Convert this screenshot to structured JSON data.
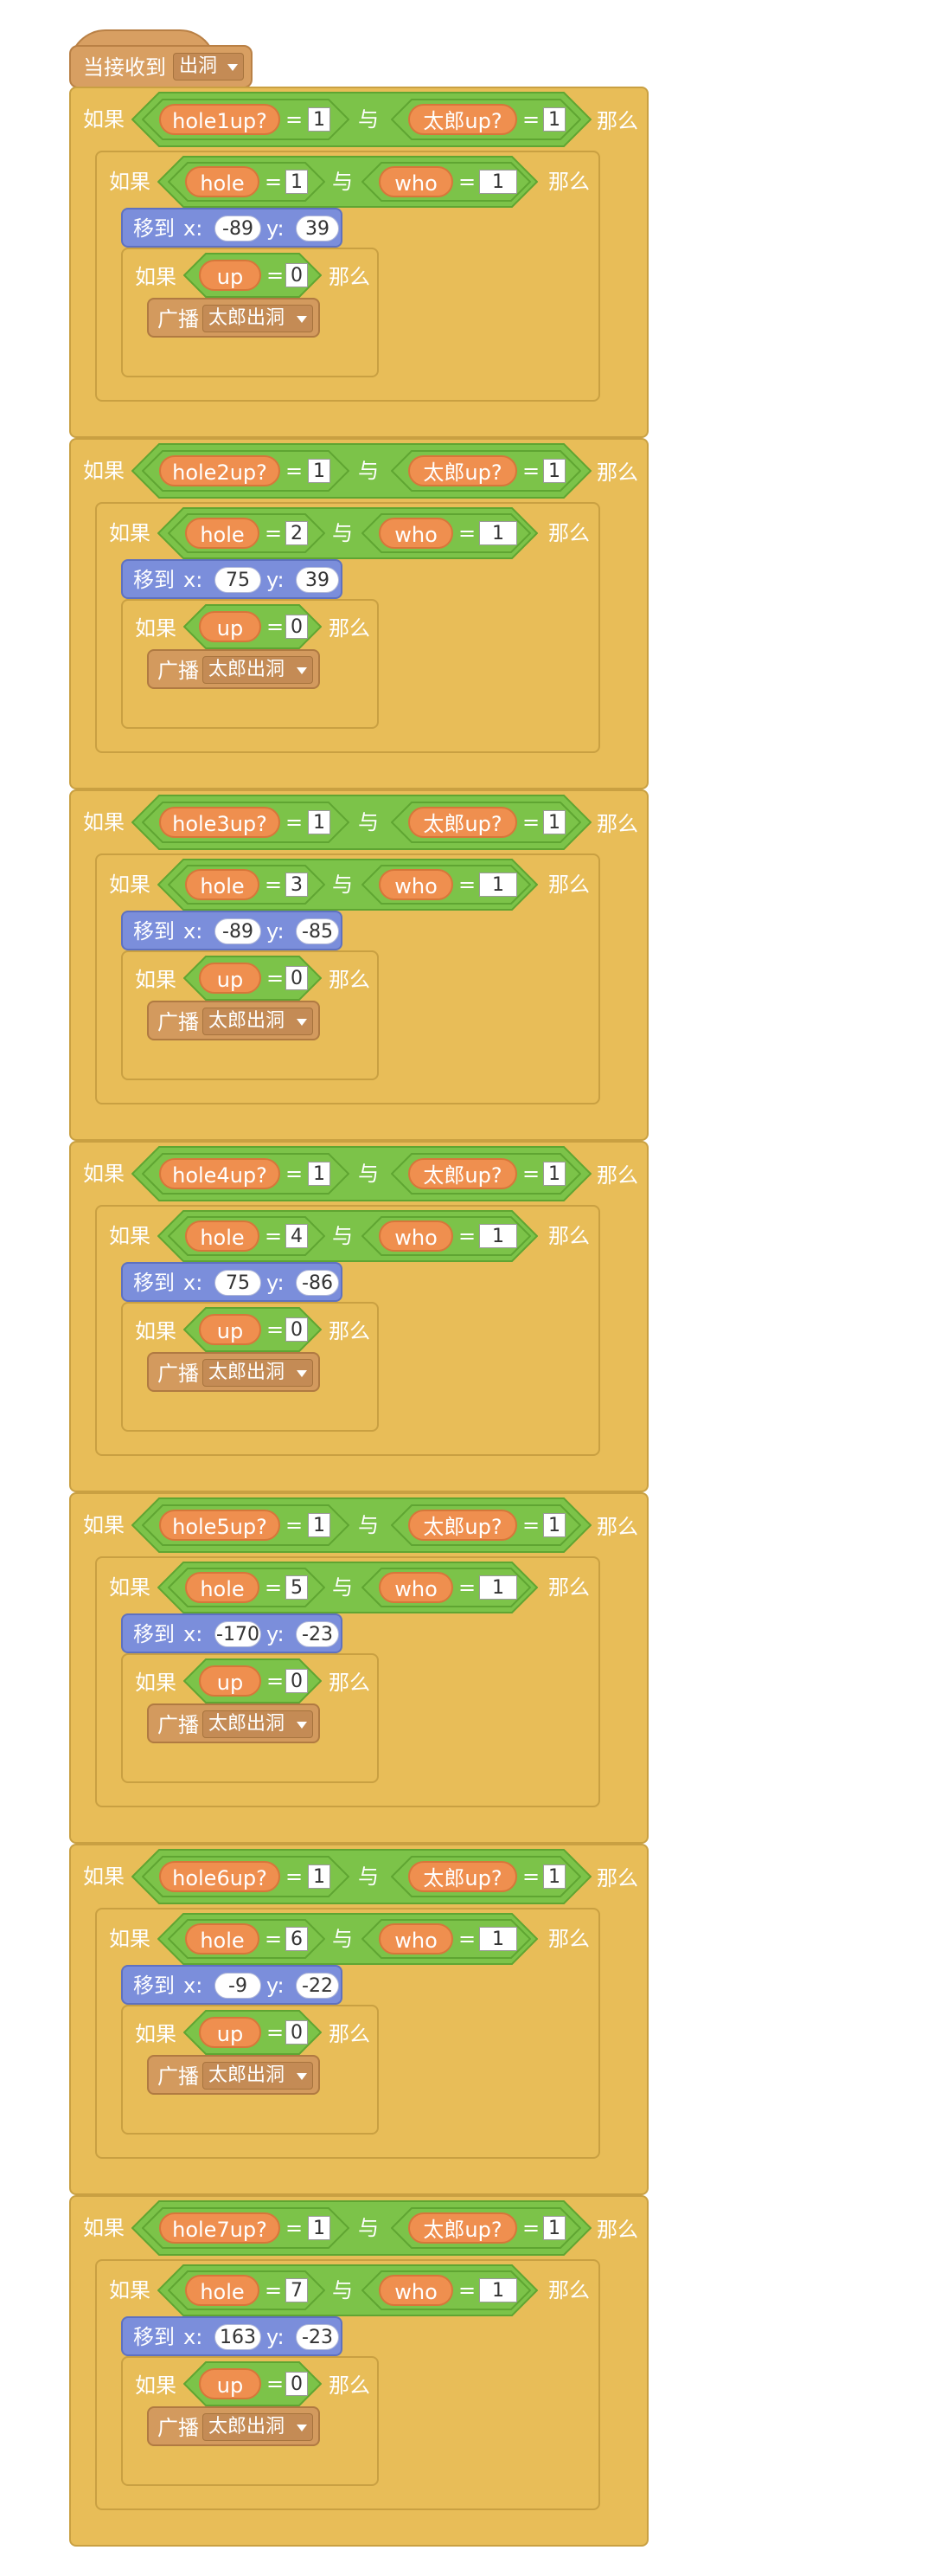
{
  "hat": {
    "label": "当接收到",
    "message": "出洞"
  },
  "labels": {
    "if": "如果",
    "then": "那么",
    "and": "与",
    "equals": "=",
    "goto": "移到",
    "x": "x:",
    "y": "y:",
    "broadcast": "广播"
  },
  "vars": {
    "hole": "hole",
    "who": "who",
    "up": "up",
    "taro_up": "太郎up?"
  },
  "groups": [
    {
      "hole_up": "hole1up?",
      "hole_up_val": "1",
      "taro_up_val": "1",
      "hole_val": "1",
      "who_val": "1",
      "x": "-89",
      "y": "39",
      "up_val": "0",
      "message": "太郎出洞"
    },
    {
      "hole_up": "hole2up?",
      "hole_up_val": "1",
      "taro_up_val": "1",
      "hole_val": "2",
      "who_val": "1",
      "x": "75",
      "y": "39",
      "up_val": "0",
      "message": "太郎出洞"
    },
    {
      "hole_up": "hole3up?",
      "hole_up_val": "1",
      "taro_up_val": "1",
      "hole_val": "3",
      "who_val": "1",
      "x": "-89",
      "y": "-85",
      "up_val": "0",
      "message": "太郎出洞"
    },
    {
      "hole_up": "hole4up?",
      "hole_up_val": "1",
      "taro_up_val": "1",
      "hole_val": "4",
      "who_val": "1",
      "x": "75",
      "y": "-86",
      "up_val": "0",
      "message": "太郎出洞"
    },
    {
      "hole_up": "hole5up?",
      "hole_up_val": "1",
      "taro_up_val": "1",
      "hole_val": "5",
      "who_val": "1",
      "x": "-170",
      "y": "-23",
      "up_val": "0",
      "message": "太郎出洞"
    },
    {
      "hole_up": "hole6up?",
      "hole_up_val": "1",
      "taro_up_val": "1",
      "hole_val": "6",
      "who_val": "1",
      "x": "-9",
      "y": "-22",
      "up_val": "0",
      "message": "太郎出洞"
    },
    {
      "hole_up": "hole7up?",
      "hole_up_val": "1",
      "taro_up_val": "1",
      "hole_val": "7",
      "who_val": "1",
      "x": "163",
      "y": "-23",
      "up_val": "0",
      "message": "太郎出洞"
    }
  ],
  "colors": {
    "control": "#E8BD58",
    "events": "#D89F62",
    "operators": "#7CC349",
    "data": "#EF8F4F",
    "motion": "#7B8EDB",
    "broadcast": "#D39A5E"
  }
}
